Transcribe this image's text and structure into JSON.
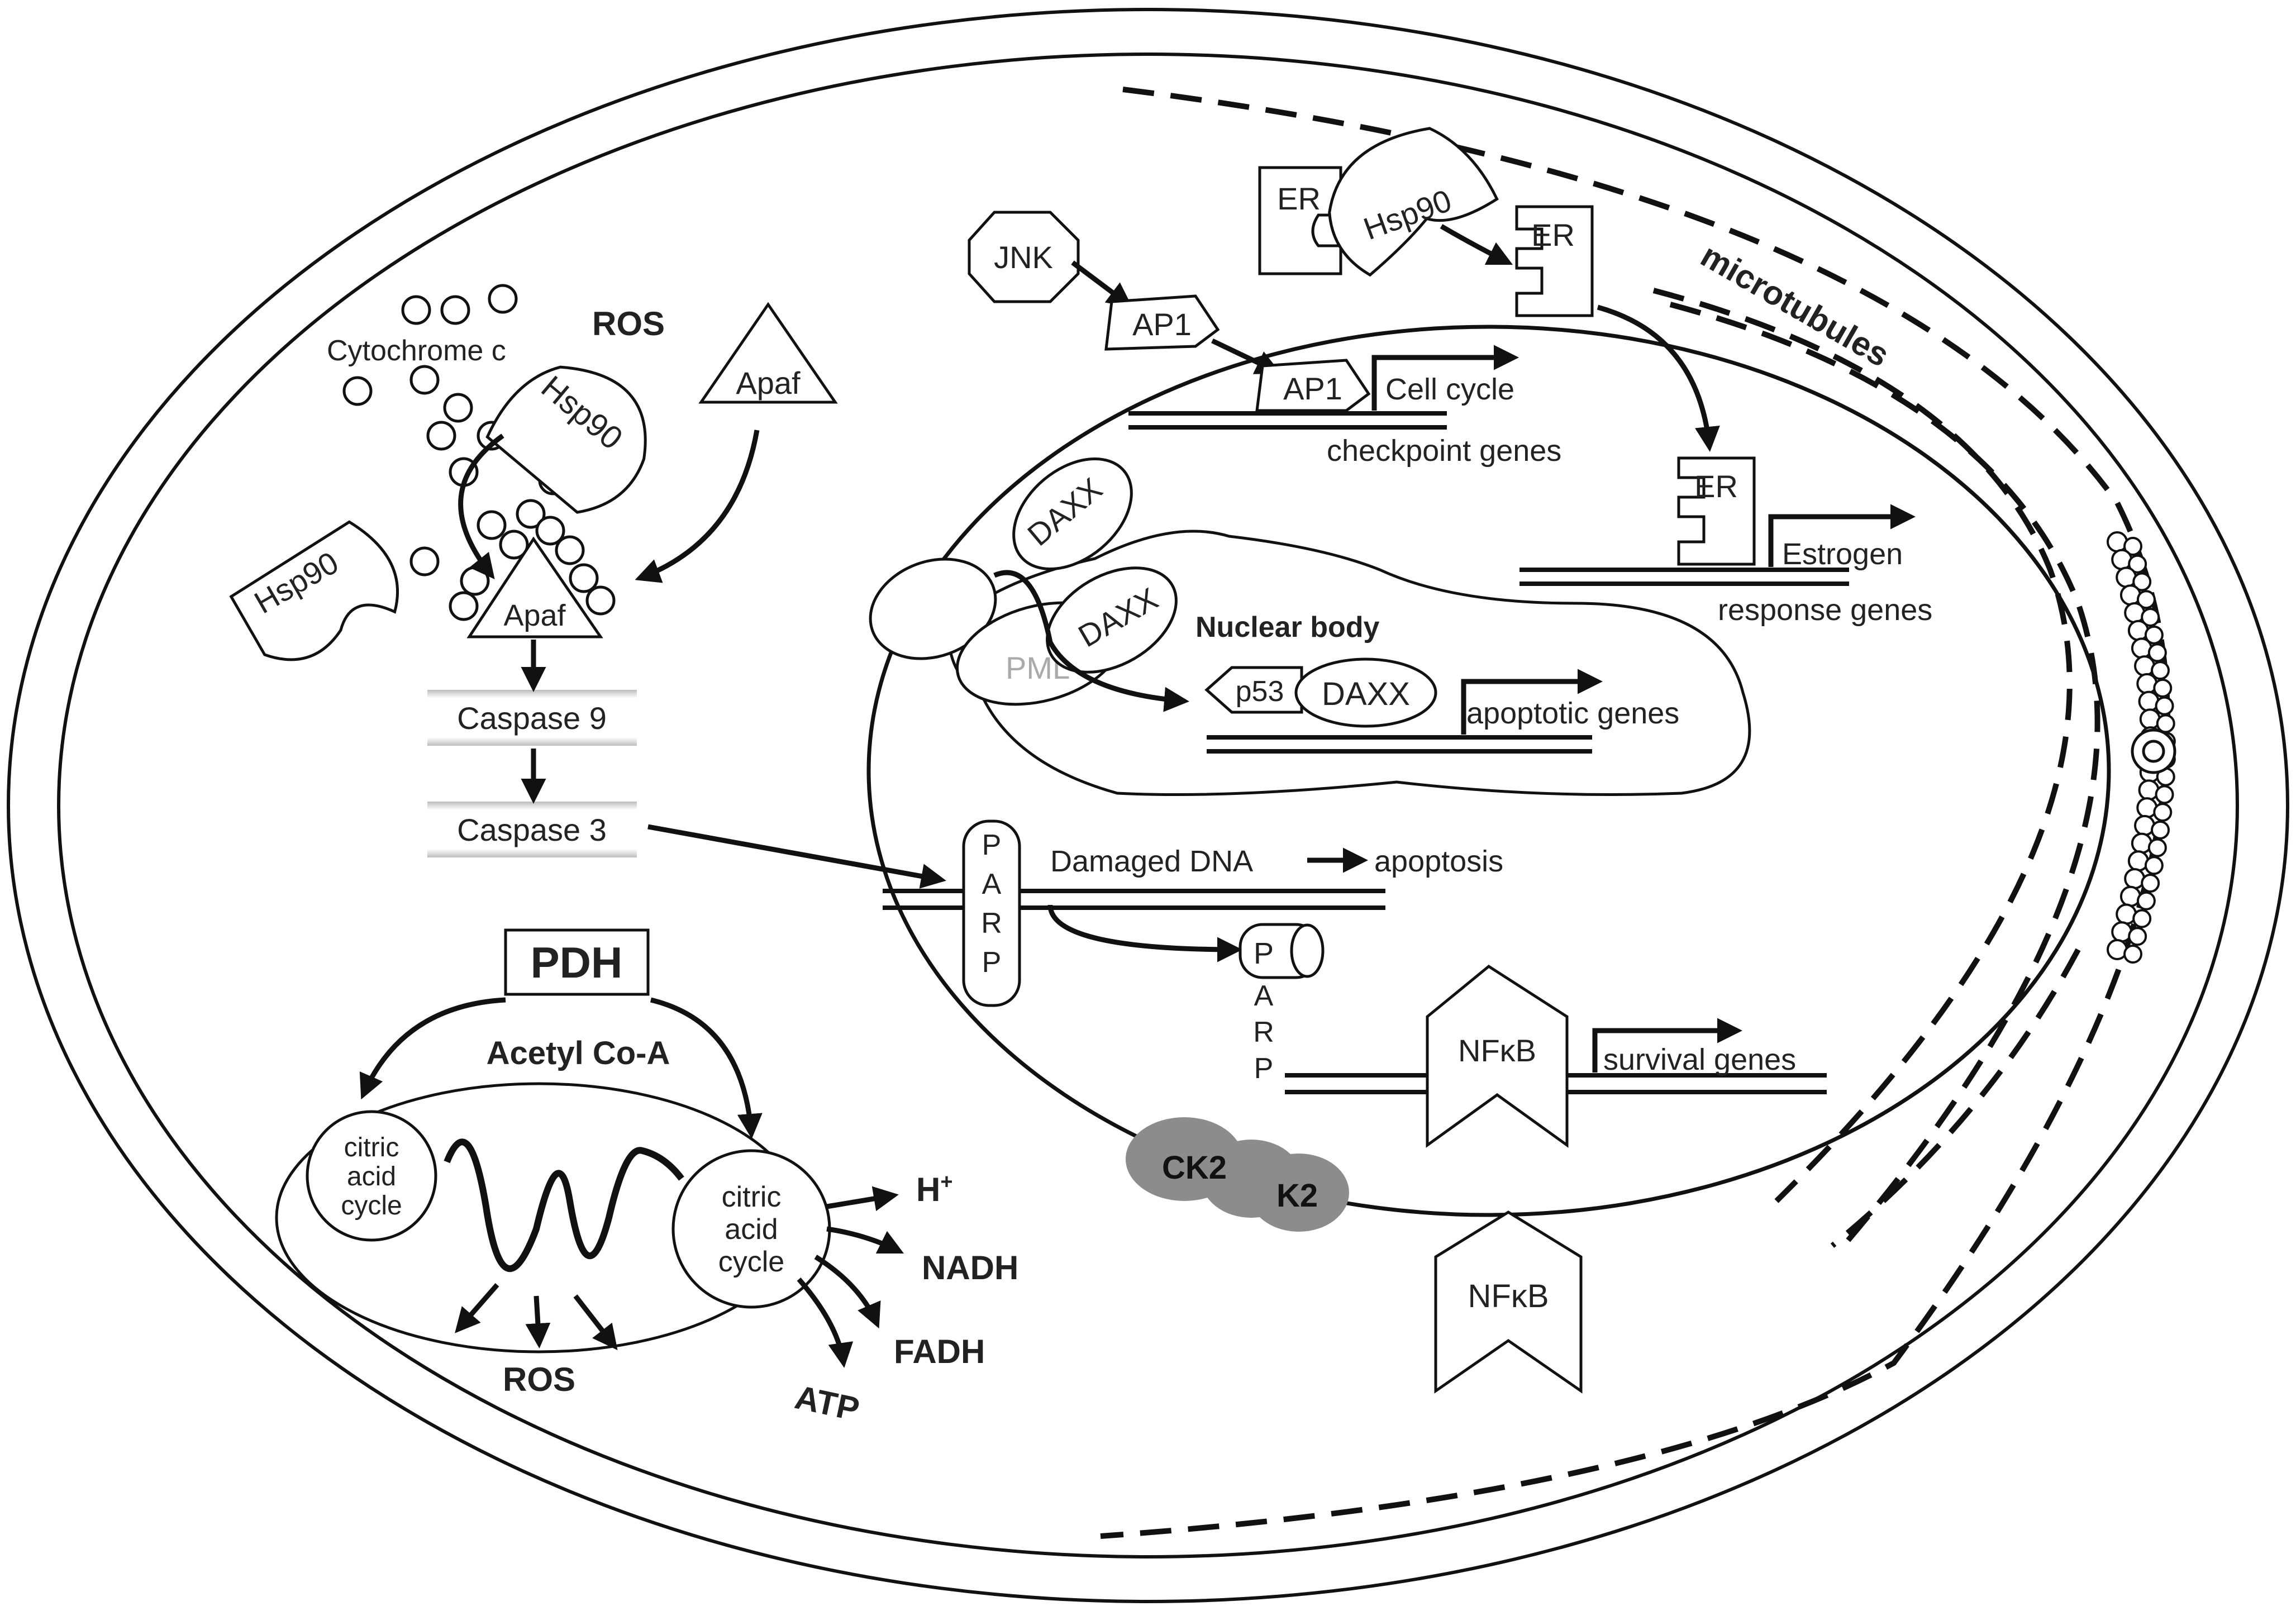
{
  "colors": {
    "stroke": "#111111",
    "ck2": "#8c8c8c",
    "caspase_band": "#c8c8c8",
    "pml_text": "#aaaaaa"
  },
  "labels": {
    "ros_top": "ROS",
    "cytochrome_c": "Cytochrome c",
    "apaf_free": "Apaf",
    "apaf_complex": "Apaf",
    "hsp90_top": "Hsp90",
    "hsp90_left": "Hsp90",
    "hsp90_er": "Hsp90",
    "caspase9": "Caspase 9",
    "caspase3": "Caspase 3",
    "pdh": "PDH",
    "acetyl_coa": "Acetyl Co-A",
    "citric_left": [
      "citric",
      "acid",
      "cycle"
    ],
    "citric_right": [
      "citric",
      "acid",
      "cycle"
    ],
    "h_plus": "H",
    "h_plus_sup": "+",
    "nadh": "NADH",
    "fadh": "FADH",
    "atp": "ATP",
    "ros_bottom": "ROS",
    "jnk": "JNK",
    "ap1_a": "AP1",
    "ap1_b": "AP1",
    "cell_cycle": "Cell cycle",
    "checkpoint_genes": "checkpoint genes",
    "er_top": "ER",
    "er_bound": "ER",
    "er_dna": "ER",
    "microtubules": "microtubules",
    "estrogen": "Estrogen",
    "response_genes": "response genes",
    "daxx_top": "DAXX",
    "daxx_pml": "DAXX",
    "pml": "PML",
    "nuclear_body": "Nuclear body",
    "p53": "p53",
    "daxx_p53": "DAXX",
    "apoptotic_genes": "apoptotic genes",
    "parp_letters": [
      "P",
      "A",
      "R",
      "P"
    ],
    "damaged_dna": "Damaged DNA",
    "apoptosis": "apoptosis",
    "parp2_p": "P",
    "parp2_letters": [
      "A",
      "R",
      "P"
    ],
    "nfkb_nuclear": "NFκB",
    "survival_genes": "survival genes",
    "nfkb_cyto": "NFκB",
    "ck2": "CK2",
    "k2": "K2"
  }
}
